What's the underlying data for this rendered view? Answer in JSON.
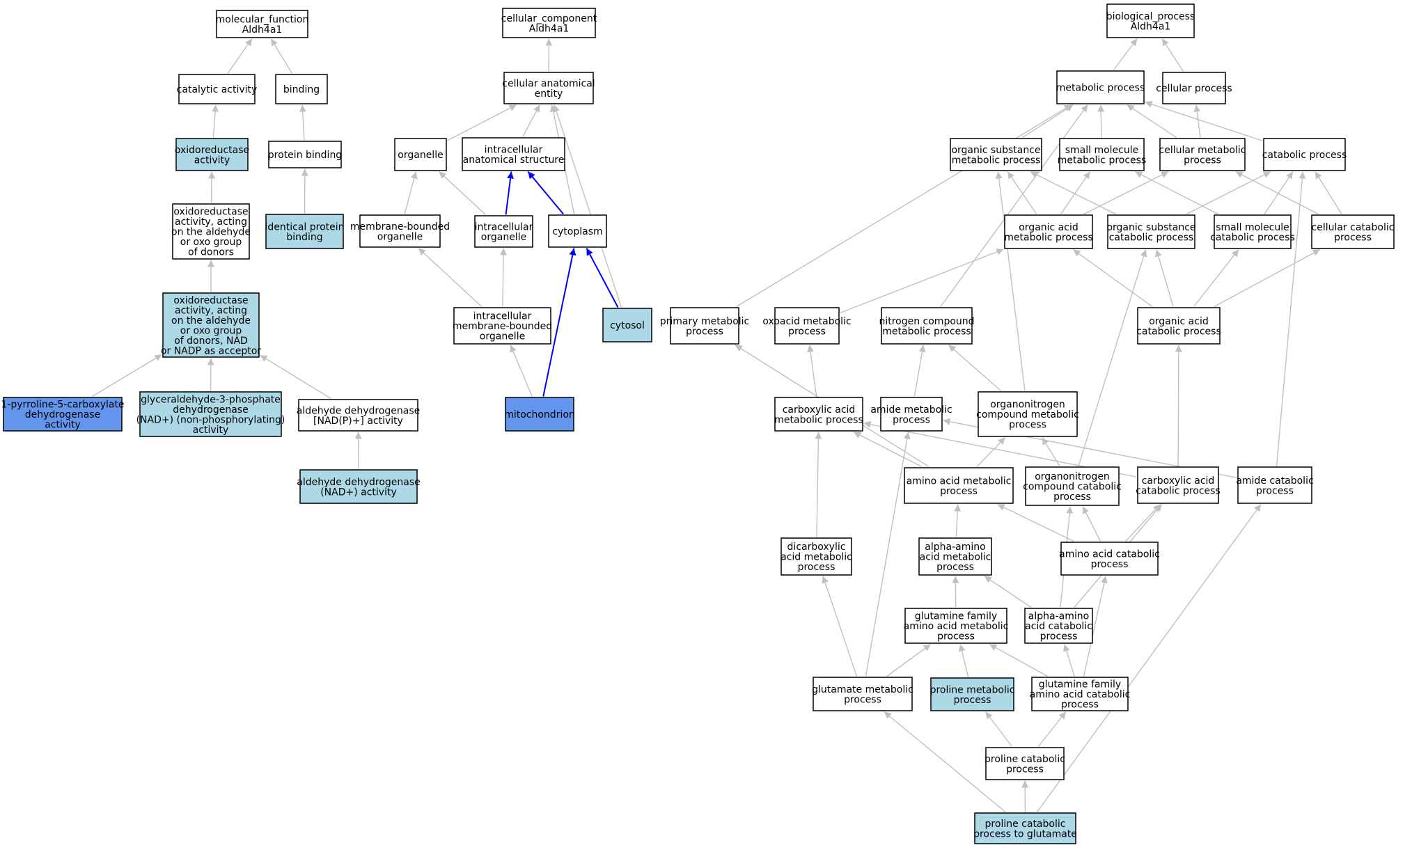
{
  "colors": {
    "edge": "#c0c0c0",
    "edge_highlight": "#0000ff",
    "node_border": "#000000",
    "node_fill": "#ffffff",
    "light_blue": "#add8e6",
    "blue": "#6495ed"
  },
  "nodes": [
    {
      "id": "mf",
      "lines": [
        "molecular_function",
        "Aldh4a1"
      ],
      "fill": "white"
    },
    {
      "id": "catalytic",
      "lines": [
        "catalytic activity"
      ],
      "fill": "white"
    },
    {
      "id": "binding",
      "lines": [
        "binding"
      ],
      "fill": "white"
    },
    {
      "id": "oxidoreductase",
      "lines": [
        "oxidoreductase",
        "activity"
      ],
      "fill": "light_blue"
    },
    {
      "id": "protein_binding",
      "lines": [
        "protein binding"
      ],
      "fill": "white"
    },
    {
      "id": "oxido_aldehyde",
      "lines": [
        "oxidoreductase",
        "activity, acting",
        "on the aldehyde",
        "or oxo group",
        "of donors"
      ],
      "fill": "white"
    },
    {
      "id": "identical_protein",
      "lines": [
        "identical protein",
        "binding"
      ],
      "fill": "light_blue"
    },
    {
      "id": "oxido_nad",
      "lines": [
        "oxidoreductase",
        "activity, acting",
        "on the aldehyde",
        "or oxo group",
        "of donors, NAD",
        "or NADP as acceptor"
      ],
      "fill": "light_blue"
    },
    {
      "id": "p5c_dh",
      "lines": [
        "1-pyrroline-5-carboxylate",
        "dehydrogenase",
        "activity"
      ],
      "fill": "blue"
    },
    {
      "id": "g3p_dh",
      "lines": [
        "glyceraldehyde-3-phosphate",
        "dehydrogenase",
        "(NAD+) (non-phosphorylating)",
        "activity"
      ],
      "fill": "light_blue"
    },
    {
      "id": "ald_dh_nadp",
      "lines": [
        "aldehyde dehydrogenase",
        "[NAD(P)+] activity"
      ],
      "fill": "white"
    },
    {
      "id": "ald_dh_nad",
      "lines": [
        "aldehyde dehydrogenase",
        "(NAD+) activity"
      ],
      "fill": "light_blue"
    },
    {
      "id": "cc",
      "lines": [
        "cellular_component",
        "Aldh4a1"
      ],
      "fill": "white"
    },
    {
      "id": "cae",
      "lines": [
        "cellular anatomical",
        "entity"
      ],
      "fill": "white"
    },
    {
      "id": "organelle",
      "lines": [
        "organelle"
      ],
      "fill": "white"
    },
    {
      "id": "ias",
      "lines": [
        "intracellular",
        "anatomical structure"
      ],
      "fill": "white"
    },
    {
      "id": "mbo",
      "lines": [
        "membrane-bounded",
        "organelle"
      ],
      "fill": "white"
    },
    {
      "id": "io",
      "lines": [
        "intracellular",
        "organelle"
      ],
      "fill": "white"
    },
    {
      "id": "cytoplasm",
      "lines": [
        "cytoplasm"
      ],
      "fill": "white"
    },
    {
      "id": "imbo",
      "lines": [
        "intracellular",
        "membrane-bounded",
        "organelle"
      ],
      "fill": "white"
    },
    {
      "id": "cytosol",
      "lines": [
        "cytosol"
      ],
      "fill": "light_blue"
    },
    {
      "id": "mito",
      "lines": [
        "mitochondrion"
      ],
      "fill": "blue"
    },
    {
      "id": "bp",
      "lines": [
        "biological_process",
        "Aldh4a1"
      ],
      "fill": "white"
    },
    {
      "id": "metab",
      "lines": [
        "metabolic process"
      ],
      "fill": "white"
    },
    {
      "id": "cellp",
      "lines": [
        "cellular process"
      ],
      "fill": "white"
    },
    {
      "id": "osmp",
      "lines": [
        "organic substance",
        "metabolic process"
      ],
      "fill": "white"
    },
    {
      "id": "smmp",
      "lines": [
        "small molecule",
        "metabolic process"
      ],
      "fill": "white"
    },
    {
      "id": "cmp",
      "lines": [
        "cellular metabolic",
        "process"
      ],
      "fill": "white"
    },
    {
      "id": "catp",
      "lines": [
        "catabolic process"
      ],
      "fill": "white"
    },
    {
      "id": "oamp",
      "lines": [
        "organic acid",
        "metabolic process"
      ],
      "fill": "white"
    },
    {
      "id": "oscp",
      "lines": [
        "organic substance",
        "catabolic process"
      ],
      "fill": "white"
    },
    {
      "id": "smcp",
      "lines": [
        "small molecule",
        "catabolic process"
      ],
      "fill": "white"
    },
    {
      "id": "ccp",
      "lines": [
        "cellular catabolic",
        "process"
      ],
      "fill": "white"
    },
    {
      "id": "pmp",
      "lines": [
        "primary metabolic",
        "process"
      ],
      "fill": "white"
    },
    {
      "id": "oxmp",
      "lines": [
        "oxoacid metabolic",
        "process"
      ],
      "fill": "white"
    },
    {
      "id": "ncmp",
      "lines": [
        "nitrogen compound",
        "metabolic process"
      ],
      "fill": "white"
    },
    {
      "id": "oacp",
      "lines": [
        "organic acid",
        "catabolic process"
      ],
      "fill": "white"
    },
    {
      "id": "camp",
      "lines": [
        "carboxylic acid",
        "metabolic process"
      ],
      "fill": "white"
    },
    {
      "id": "ammp",
      "lines": [
        "amide metabolic",
        "process"
      ],
      "fill": "white"
    },
    {
      "id": "ncomp",
      "lines": [
        "organonitrogen",
        "compound metabolic",
        "process"
      ],
      "fill": "white"
    },
    {
      "id": "aamp",
      "lines": [
        "amino acid metabolic",
        "process"
      ],
      "fill": "white"
    },
    {
      "id": "onccp",
      "lines": [
        "organonitrogen",
        "compound catabolic",
        "process"
      ],
      "fill": "white"
    },
    {
      "id": "cacp",
      "lines": [
        "carboxylic acid",
        "catabolic process"
      ],
      "fill": "white"
    },
    {
      "id": "amcp",
      "lines": [
        "amide catabolic",
        "process"
      ],
      "fill": "white"
    },
    {
      "id": "dcamp",
      "lines": [
        "dicarboxylic",
        "acid metabolic",
        "process"
      ],
      "fill": "white"
    },
    {
      "id": "alaamp",
      "lines": [
        "alpha-amino",
        "acid metabolic",
        "process"
      ],
      "fill": "white"
    },
    {
      "id": "aacp",
      "lines": [
        "amino acid catabolic",
        "process"
      ],
      "fill": "white"
    },
    {
      "id": "gfamp",
      "lines": [
        "glutamine family",
        "amino acid metabolic",
        "process"
      ],
      "fill": "white"
    },
    {
      "id": "alaacp",
      "lines": [
        "alpha-amino",
        "acid catabolic",
        "process"
      ],
      "fill": "white"
    },
    {
      "id": "glump",
      "lines": [
        "glutamate metabolic",
        "process"
      ],
      "fill": "white"
    },
    {
      "id": "promp",
      "lines": [
        "proline metabolic",
        "process"
      ],
      "fill": "light_blue"
    },
    {
      "id": "gfacp",
      "lines": [
        "glutamine family",
        "amino acid catabolic",
        "process"
      ],
      "fill": "white"
    },
    {
      "id": "procp",
      "lines": [
        "proline catabolic",
        "process"
      ],
      "fill": "white"
    },
    {
      "id": "proglu",
      "lines": [
        "proline catabolic",
        "process to glutamate"
      ],
      "fill": "light_blue"
    }
  ],
  "edges": [
    {
      "from": "catalytic",
      "to": "mf"
    },
    {
      "from": "binding",
      "to": "mf"
    },
    {
      "from": "oxidoreductase",
      "to": "catalytic"
    },
    {
      "from": "protein_binding",
      "to": "binding"
    },
    {
      "from": "oxido_aldehyde",
      "to": "oxidoreductase"
    },
    {
      "from": "identical_protein",
      "to": "protein_binding"
    },
    {
      "from": "oxido_nad",
      "to": "oxido_aldehyde"
    },
    {
      "from": "p5c_dh",
      "to": "oxido_nad"
    },
    {
      "from": "g3p_dh",
      "to": "oxido_nad"
    },
    {
      "from": "ald_dh_nadp",
      "to": "oxido_nad"
    },
    {
      "from": "ald_dh_nad",
      "to": "ald_dh_nadp"
    },
    {
      "from": "cae",
      "to": "cc"
    },
    {
      "from": "organelle",
      "to": "cae"
    },
    {
      "from": "ias",
      "to": "cae"
    },
    {
      "from": "cytoplasm",
      "to": "cae"
    },
    {
      "from": "cytosol",
      "to": "cae"
    },
    {
      "from": "mbo",
      "to": "organelle"
    },
    {
      "from": "io",
      "to": "organelle"
    },
    {
      "from": "io",
      "to": "ias",
      "highlight": true
    },
    {
      "from": "cytoplasm",
      "to": "ias",
      "highlight": true
    },
    {
      "from": "imbo",
      "to": "mbo"
    },
    {
      "from": "imbo",
      "to": "io"
    },
    {
      "from": "mito",
      "to": "imbo"
    },
    {
      "from": "mito",
      "to": "cytoplasm",
      "highlight": true
    },
    {
      "from": "cytosol",
      "to": "cytoplasm",
      "highlight": true
    },
    {
      "from": "metab",
      "to": "bp"
    },
    {
      "from": "cellp",
      "to": "bp"
    },
    {
      "from": "osmp",
      "to": "metab"
    },
    {
      "from": "smmp",
      "to": "metab"
    },
    {
      "from": "cmp",
      "to": "metab"
    },
    {
      "from": "catp",
      "to": "metab"
    },
    {
      "from": "pmp",
      "to": "metab"
    },
    {
      "from": "ncmp",
      "to": "metab"
    },
    {
      "from": "cmp",
      "to": "cellp"
    },
    {
      "from": "oamp",
      "to": "osmp"
    },
    {
      "from": "oamp",
      "to": "smmp"
    },
    {
      "from": "oamp",
      "to": "cmp"
    },
    {
      "from": "oscp",
      "to": "osmp"
    },
    {
      "from": "oscp",
      "to": "catp"
    },
    {
      "from": "smcp",
      "to": "smmp"
    },
    {
      "from": "smcp",
      "to": "catp"
    },
    {
      "from": "ccp",
      "to": "cmp"
    },
    {
      "from": "ccp",
      "to": "catp"
    },
    {
      "from": "oxmp",
      "to": "oamp"
    },
    {
      "from": "oacp",
      "to": "oamp"
    },
    {
      "from": "oacp",
      "to": "oscp"
    },
    {
      "from": "oacp",
      "to": "smcp"
    },
    {
      "from": "oacp",
      "to": "ccp"
    },
    {
      "from": "ncomp",
      "to": "osmp"
    },
    {
      "from": "ncomp",
      "to": "ncmp"
    },
    {
      "from": "camp",
      "to": "oxmp"
    },
    {
      "from": "ammp",
      "to": "ncmp"
    },
    {
      "from": "aamp",
      "to": "pmp"
    },
    {
      "from": "aamp",
      "to": "camp"
    },
    {
      "from": "aamp",
      "to": "ncomp"
    },
    {
      "from": "onccp",
      "to": "ncomp"
    },
    {
      "from": "onccp",
      "to": "oscp"
    },
    {
      "from": "cacp",
      "to": "camp"
    },
    {
      "from": "cacp",
      "to": "oacp"
    },
    {
      "from": "amcp",
      "to": "ammp"
    },
    {
      "from": "amcp",
      "to": "catp"
    },
    {
      "from": "dcamp",
      "to": "camp"
    },
    {
      "from": "alaamp",
      "to": "aamp"
    },
    {
      "from": "aacp",
      "to": "aamp"
    },
    {
      "from": "aacp",
      "to": "onccp"
    },
    {
      "from": "aacp",
      "to": "cacp"
    },
    {
      "from": "gfamp",
      "to": "alaamp"
    },
    {
      "from": "alaacp",
      "to": "alaamp"
    },
    {
      "from": "alaacp",
      "to": "onccp"
    },
    {
      "from": "alaacp",
      "to": "cacp"
    },
    {
      "from": "glump",
      "to": "dcamp"
    },
    {
      "from": "glump",
      "to": "ammp"
    },
    {
      "from": "glump",
      "to": "gfamp"
    },
    {
      "from": "promp",
      "to": "gfamp"
    },
    {
      "from": "gfacp",
      "to": "gfamp"
    },
    {
      "from": "gfacp",
      "to": "alaacp"
    },
    {
      "from": "gfacp",
      "to": "aacp"
    },
    {
      "from": "procp",
      "to": "promp"
    },
    {
      "from": "procp",
      "to": "gfacp"
    },
    {
      "from": "proglu",
      "to": "glump"
    },
    {
      "from": "proglu",
      "to": "procp"
    },
    {
      "from": "proglu",
      "to": "amcp"
    }
  ]
}
